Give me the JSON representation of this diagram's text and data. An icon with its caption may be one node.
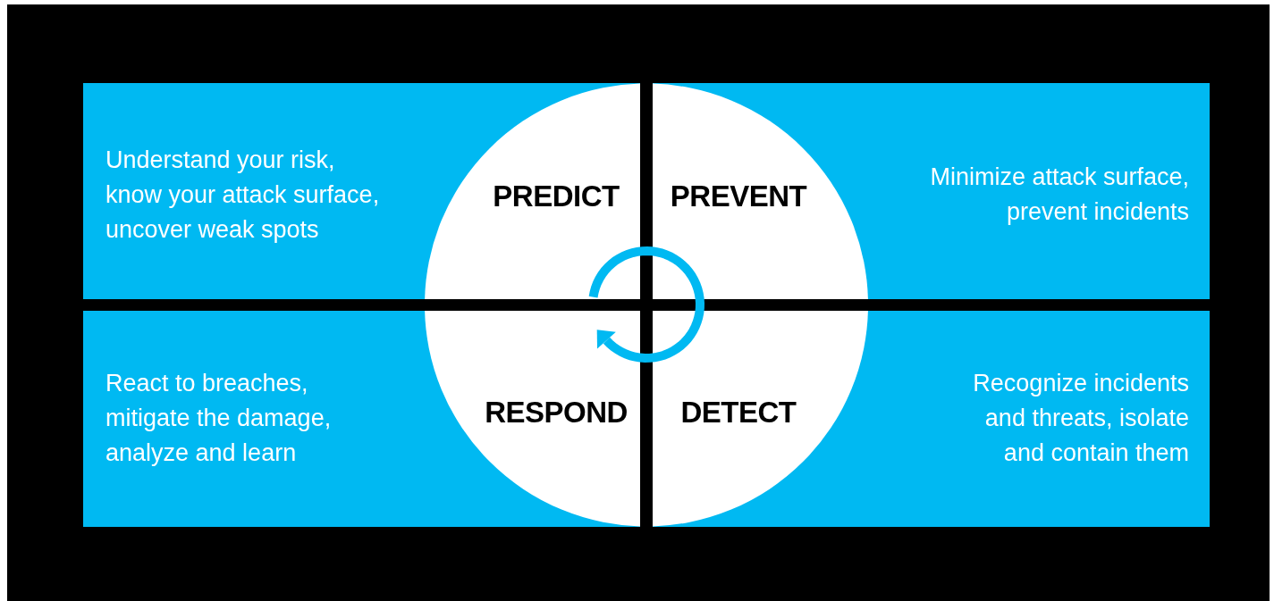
{
  "diagram": {
    "nodes": [
      {
        "text": [
          "Understand your risk, know your attack surface, uncover weak spots",
          "PREDICT"
        ]
      },
      {
        "text": [
          "PREVENT",
          "Minimize attack surface, prevent incidents"
        ]
      },
      {
        "text": [
          "React to breaches, mitigate the damage, analyze and learn",
          "RESPOND"
        ]
      },
      {
        "text": [
          "DETECT",
          "Recognize incidents and threats, isolate and contain them"
        ]
      }
    ]
  }
}
